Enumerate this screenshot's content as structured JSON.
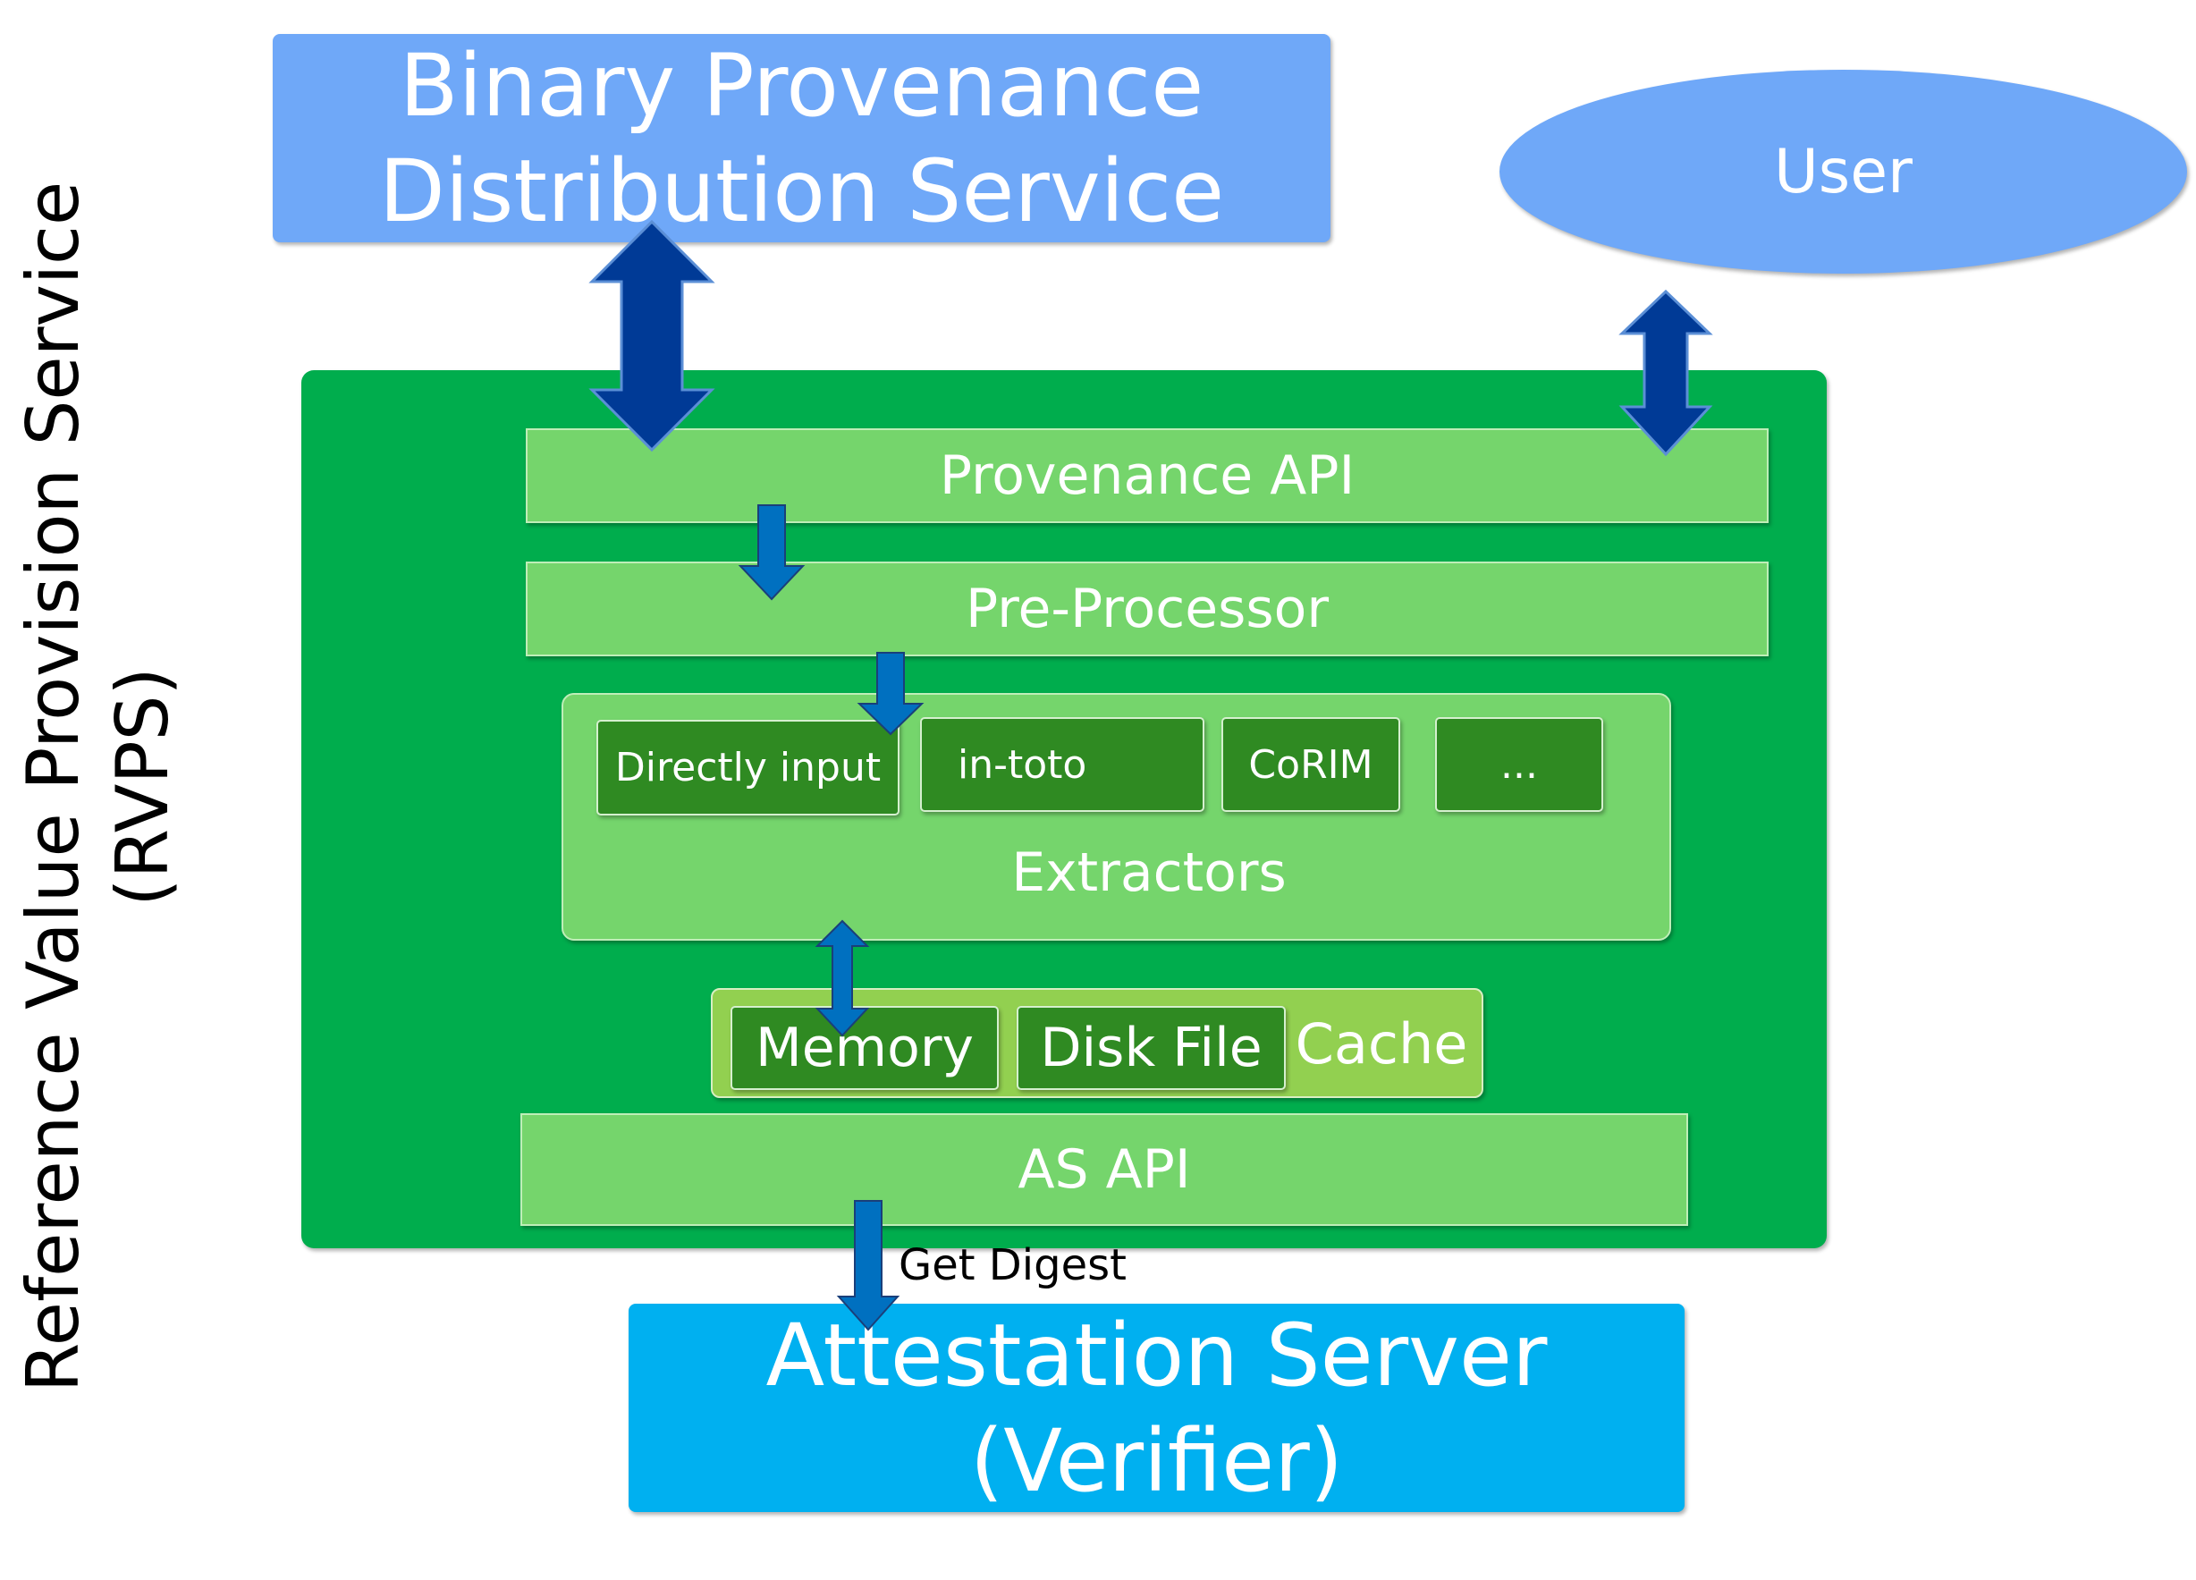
{
  "title_box": {
    "line1": "Binary Provenance",
    "line2": "Distribution Service"
  },
  "user": {
    "label": "User"
  },
  "side_label": {
    "line1": "Reference Value Provision Service",
    "line2": "(RVPS)"
  },
  "layers": {
    "provenance_api": "Provenance API",
    "pre_processor": "Pre-Processor",
    "extractors": {
      "label": "Extractors",
      "items": [
        "Directly input",
        "in-toto",
        "CoRIM",
        "..."
      ]
    },
    "cache": {
      "label": "Cache",
      "items": [
        "Memory",
        "Disk File"
      ]
    },
    "as_api": "AS API"
  },
  "edge_label": "Get Digest",
  "verifier": {
    "line1": "Attestation Server",
    "line2": "(Verifier)"
  },
  "colors": {
    "service_blue": "#6fa8f8",
    "rvps_green": "#00ad4d",
    "layer_green": "#75d56c",
    "item_green": "#2f8a22",
    "cache_green": "#92d050",
    "verifier_blue": "#00b0f0",
    "arrow_dark": "#003a96",
    "arrow_mid": "#0070c0"
  }
}
